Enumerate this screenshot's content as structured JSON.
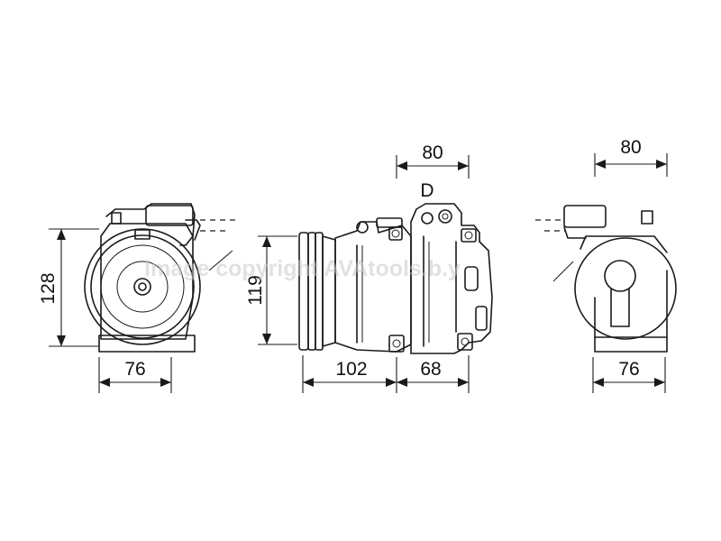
{
  "watermark": "Image copyright AVAtools.b.y",
  "view_label": "D",
  "dimensions": {
    "front_height": "128",
    "front_width": "76",
    "side_height": "119",
    "side_length_front": "102",
    "side_length_rear": "68",
    "side_top_width": "80",
    "rear_top_width": "80",
    "rear_width": "76"
  }
}
